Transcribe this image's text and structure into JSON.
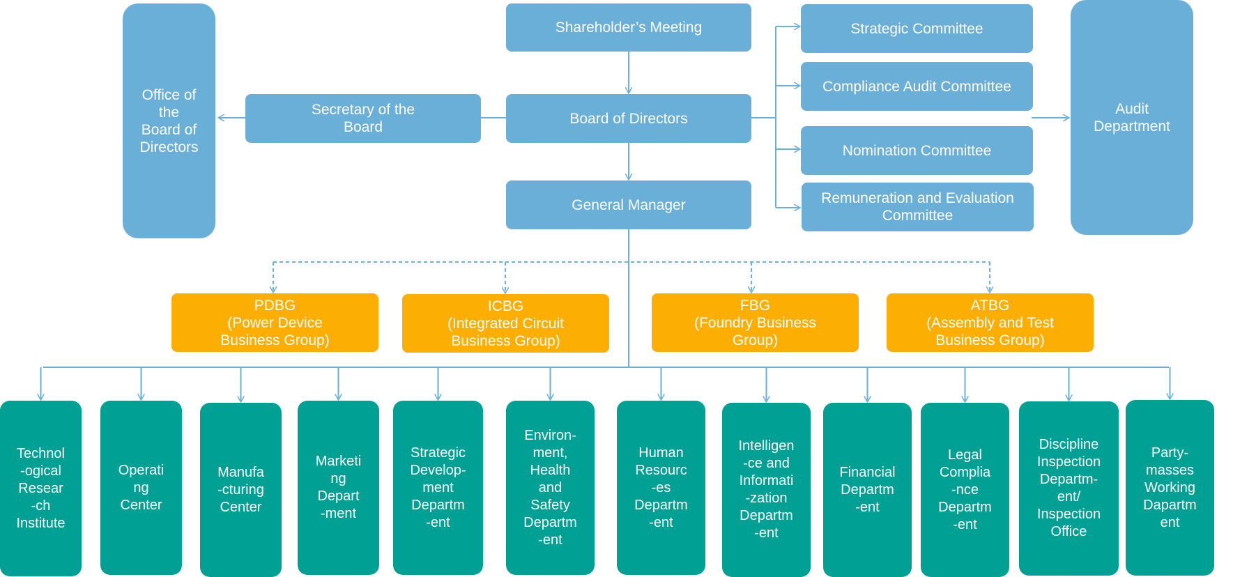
{
  "top": {
    "shareholders_meeting": "Shareholder’s  Meeting",
    "board_of_directors": "Board of Directors",
    "general_manager": "General Manager",
    "secretary": "Secretary of the\nBoard",
    "office_board": "Office of\nthe\nBoard of\nDirectors",
    "audit_department": "Audit\nDepartment"
  },
  "committees": [
    "Strategic Committee",
    "Compliance  Audit  Committee",
    "Nomination  Committee",
    "Remuneration  and  Evaluation\nCommittee"
  ],
  "business_groups": [
    "PDBG\n(Power Device\nBusiness  Group)",
    "ICBG\n(Integrated Circuit\nBusiness Group)",
    "FBG\n(Foundry  Business\nGroup)",
    "ATBG\n(Assembly and Test\nBusiness Group)"
  ],
  "departments": [
    "Technol\n-ogical\nResear\n-ch\nInstitute",
    "Operati\nng\nCenter",
    "Manufa\n-cturing\nCenter",
    "Marketi\nng\nDepart\n-ment",
    "Strategic\nDevelop-\nment\nDepartm\n-ent",
    "Environ-\nment,\nHealth\nand\nSafety\nDepartm\n-ent",
    "Human\nResourc\n-es\nDepartm\n-ent",
    "Intelligen\n-ce and\nInformati\n-zation\nDepartm\n-ent",
    "Financial\nDepartm\n-ent",
    "Legal\nComplia\n-nce\nDepartm\n-ent",
    "Discipline\nInspection\nDepartm-\nent/\nInspection\nOffice",
    "Party-\nmasses\nWorking\nDapartm\nent"
  ],
  "colors": {
    "governance": "#6aafd8",
    "business_group": "#fcae03",
    "department": "#00a194",
    "connector": "#6aafd8"
  }
}
